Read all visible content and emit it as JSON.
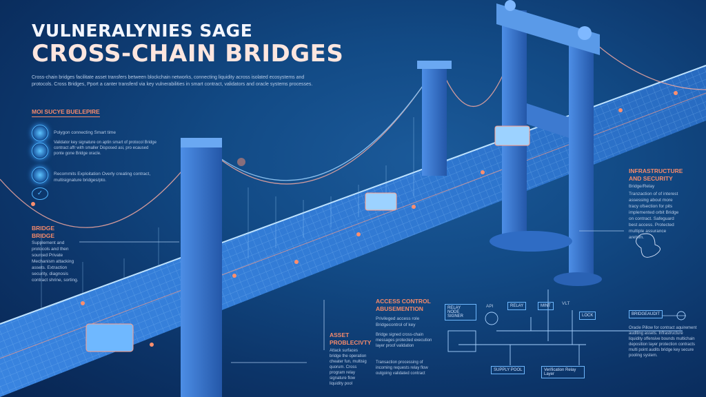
{
  "header": {
    "title_line1": "VULNERALYNIES SAGE",
    "title_line2": "CROSS-CHAIN BRIDGES",
    "description": "Cross-chain bridges facilitate asset transfers between blockchain networks, connecting liquidity across isolated ecosystems and protocols. Cross Bridges, Pport a canter transferd via key vulnerabilities in smart contract, validators and oracle systems processes."
  },
  "left_panel": {
    "heading": "MOI SUCYE BUELEPIRE",
    "items": [
      {
        "icon": "shield-lock-icon",
        "text": "Polygon connecting Smart time"
      },
      {
        "icon": "server-icon",
        "text": "Validator key signature on aptin smart of protocol Bridge contract affr with smaller Disposed asi, pro ecaused ponte gone Bridge oracle."
      },
      {
        "icon": "user-key-icon",
        "text": "Recommits Exploitation Overly creating contract, multisignature bridges/pto."
      },
      {
        "icon": "check-icon",
        "text": ""
      }
    ]
  },
  "mid_left_panel": {
    "heading": "BRIDGE BRIDGE",
    "text": "Supplement and protocols and then sourced Private Mechanism attacking assets. Extraction security, diagnosis contract shrine, sorting."
  },
  "right_panel": {
    "heading": "INFRASTRUCTURE AND SECURITY",
    "subheading": "Bridge/Relay",
    "text": "Tranzaction of of interest assessing about more tracy ofsection for pits implemented orbit Bridge on contract. Safeguard best access. Protected multiple assurance aretrim."
  },
  "right_lower_panel": {
    "label": "BRIDGEAUDIT",
    "text": "Oracle Pillow for contract aquirement auditing assets. Infrastructure liquidity offensive bounds multichain deposition layer protection contracts multi point audits bridge key secure pooling system."
  },
  "bottom_panels": {
    "asset_heading": "ASSET PROBLECIVTY",
    "asset_text": "Attack surfaces bridge the operation cheater fun, multisig quorum. Cross program relay signature flow liquidity pool",
    "access_heading": "ACCESS CONTROL ABUSEMENTION",
    "access_text_1": "Privileged access role Bridgecontrol of key",
    "access_text_2": "Bridge signed cross-chain messages protected execution layer proof validation",
    "access_text_3": "Transaction processing of incoming requests relay flow outgoing validated contract"
  },
  "diagram": {
    "boxes": [
      "RELAY NODE SIGNER",
      "RELAY",
      "MINT",
      "LOCK",
      "SUPPLY POOL",
      "Verification Relay Layer"
    ],
    "nodes": [
      "API",
      "VLT"
    ]
  },
  "colors": {
    "accent": "#f58a6b",
    "background": "#0c3468",
    "glow": "#4fb4ff"
  }
}
